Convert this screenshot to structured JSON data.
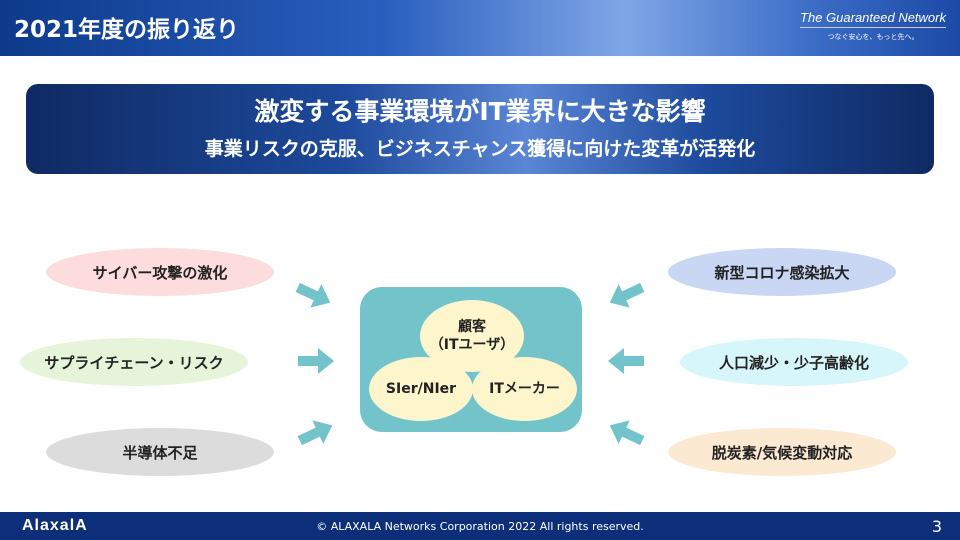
{
  "header": {
    "title": "2021年度の振り返り",
    "tagline_en": "The Guaranteed Network",
    "tagline_jp": "つなぐ安心を、もっと先へ。"
  },
  "banner": {
    "line1": "激変する事業環境がIT業界に大きな影響",
    "line2": "事業リスクの克服、ビジネスチャンス獲得に向けた変革が活発化"
  },
  "left_factors": [
    {
      "label": "サイバー攻撃の激化",
      "color": "#fcdcdc"
    },
    {
      "label": "サプライチェーン・リスク",
      "color": "#e6f4da"
    },
    {
      "label": "半導体不足",
      "color": "#dcdcdc"
    }
  ],
  "right_factors": [
    {
      "label": "新型コロナ感染拡大",
      "color": "#c9d7f4"
    },
    {
      "label": "人口減少・少子高齢化",
      "color": "#d6f6fa"
    },
    {
      "label": "脱炭素/気候変動対応",
      "color": "#fce9d2"
    }
  ],
  "center": {
    "customer": "顧客",
    "customer_sub": "（ITユーザ）",
    "sier": "SIer/NIer",
    "maker": "ITメーカー"
  },
  "footer": {
    "logo": "AlaxalA",
    "copyright": "© ALAXALA Networks Corporation 2022 All rights reserved.",
    "page": "3"
  },
  "colors": {
    "arrow": "#72c3ca",
    "box": "#72c3ca",
    "ellipse": "#fdf5cc"
  }
}
